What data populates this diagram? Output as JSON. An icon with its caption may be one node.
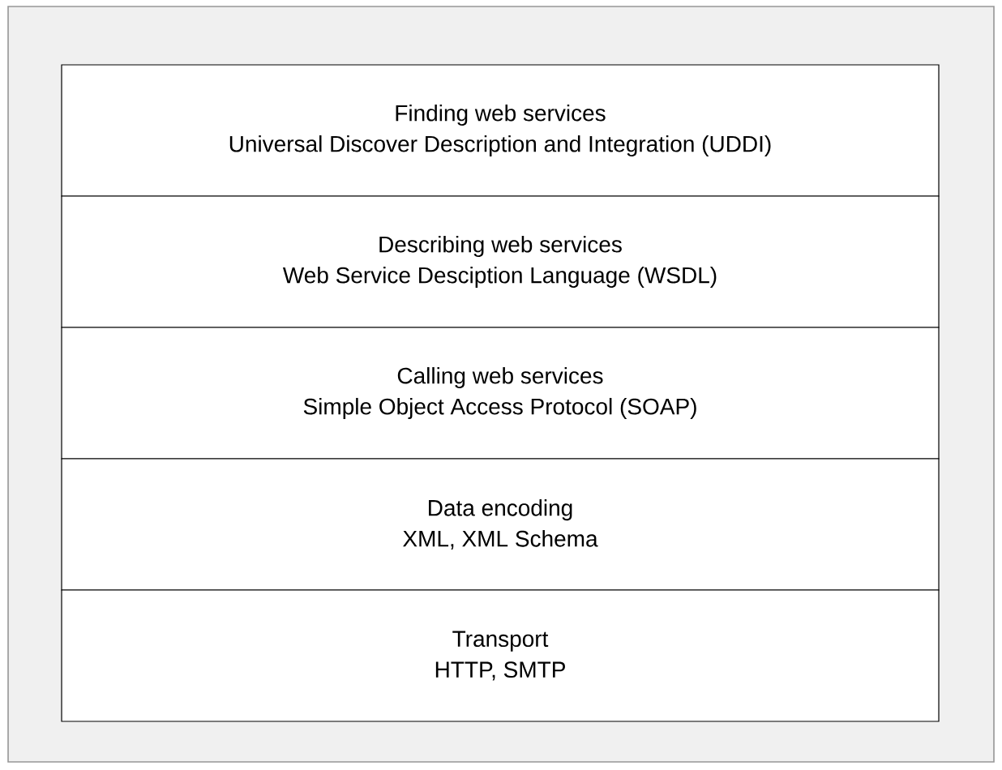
{
  "diagram": {
    "nodes": [
      {
        "text": [
          "Finding web services",
          "Universal Discover Description and Integration (UDDI)"
        ]
      },
      {
        "text": [
          "Describing web services",
          "Web Service Desciption Language (WSDL)"
        ]
      },
      {
        "text": [
          "Calling web services",
          "Simple Object Access Protocol (SOAP)"
        ]
      },
      {
        "text": [
          "Data encoding",
          "XML, XML Schema"
        ]
      },
      {
        "text": [
          "Transport",
          "HTTP, SMTP"
        ]
      }
    ]
  }
}
